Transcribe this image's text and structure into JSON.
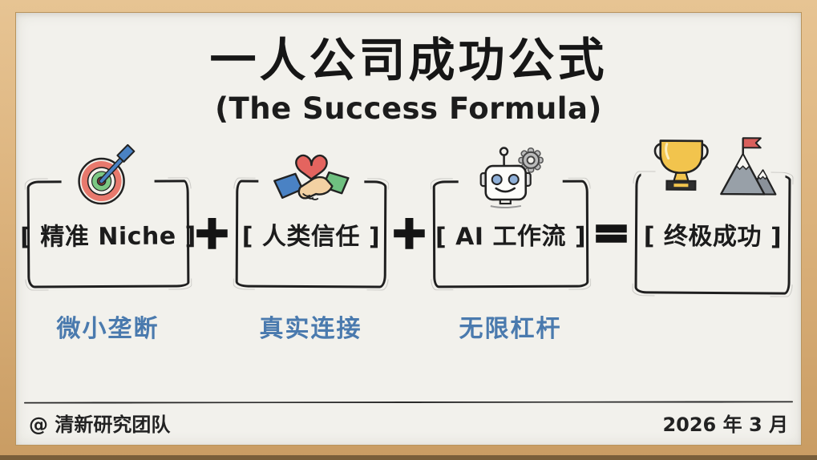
{
  "title": {
    "main": "一人公司成功公式",
    "sub": "(The Success Formula)"
  },
  "formula": {
    "items": [
      {
        "label": "[ 精准 Niche ]",
        "caption": "微小垄断",
        "icon": "target-dart"
      },
      {
        "label": "[ 人类信任 ]",
        "caption": "真实连接",
        "icon": "handshake-heart"
      },
      {
        "label": "[ AI 工作流 ]",
        "caption": "无限杠杆",
        "icon": "robot-gear"
      },
      {
        "label": "[ 终极成功 ]",
        "caption": "",
        "icon": "trophy-mountain-flag"
      }
    ],
    "operators": [
      "+",
      "+",
      "="
    ]
  },
  "footer": {
    "credit": "@ 清新研究团队",
    "date": "2026 年 3 月"
  },
  "colors": {
    "board": "#f2f1ec",
    "frame_wood": "#dcb37d",
    "ink": "#1c1c1c",
    "caption_blue": "#4a7aae",
    "target_red": "#e8796d",
    "target_green": "#7cc883",
    "dart_blue": "#4a82c4",
    "heart_red": "#e4645f",
    "sleeve_blue": "#4a82c4",
    "sleeve_green": "#6fc080",
    "hand_tan": "#f3d1a3",
    "eye_blue": "#8fb0d8",
    "gear_gray": "#bcbcbc",
    "trophy_gold": "#f2c44d",
    "mountain_gray": "#98a0a8",
    "flag_red": "#d9605c"
  }
}
